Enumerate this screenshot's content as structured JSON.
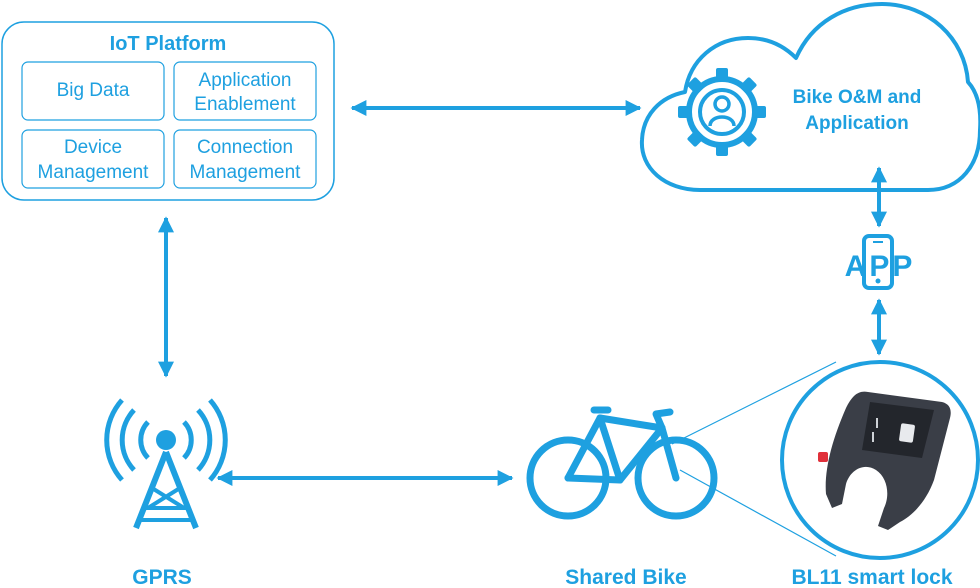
{
  "colors": {
    "accent": "#1ea0e0",
    "lock_body": "#3a3e47",
    "lock_button": "#e0303a"
  },
  "platform": {
    "title": "IoT Platform",
    "modules": [
      {
        "line1": "Big Data",
        "line2": ""
      },
      {
        "line1": "Application",
        "line2": "Enablement"
      },
      {
        "line1": "Device",
        "line2": "Management"
      },
      {
        "line1": "Connection",
        "line2": "Management"
      }
    ]
  },
  "cloud": {
    "line1": "Bike O&M  and",
    "line2": "Application",
    "icon": "user-gear-icon"
  },
  "app": {
    "label": "APP",
    "icon": "smartphone-icon"
  },
  "gprs": {
    "label": "GPRS",
    "icon": "cell-tower-icon"
  },
  "bike": {
    "label": "Shared Bike",
    "icon": "bicycle-icon"
  },
  "lock": {
    "label": "BL11 smart lock",
    "icon": "smart-lock-icon"
  }
}
